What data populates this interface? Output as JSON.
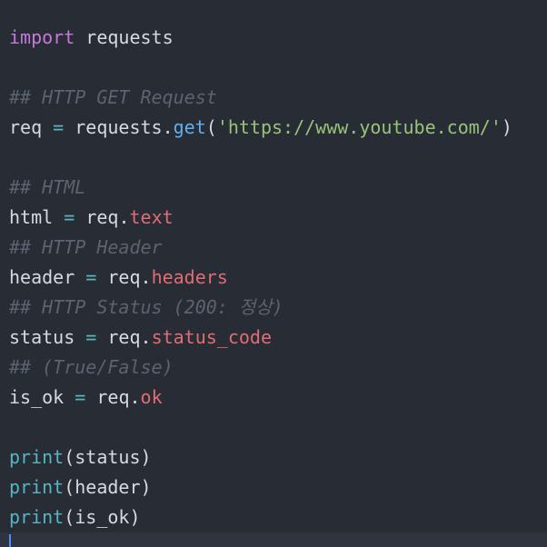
{
  "colors": {
    "background": "#282c34",
    "keyword": "#c678dd",
    "function": "#61afef",
    "builtin": "#56b6c2",
    "string": "#98c379",
    "property": "#e06c75",
    "comment": "#5c6370",
    "text": "#d7dae0",
    "caret": "#528bff"
  },
  "code": {
    "l1": {
      "kw": "import",
      "rest": " requests"
    },
    "l3": {
      "comment": "## HTTP GET Request"
    },
    "l4": {
      "var": "req",
      "eq": "=",
      "obj": "requests",
      "dot": ".",
      "fn": "get",
      "open": "(",
      "str": "'https://www.youtube.com/'",
      "close": ")"
    },
    "l6": {
      "comment": "## HTML"
    },
    "l7": {
      "var": "html",
      "eq": "=",
      "obj": "req",
      "dot": ".",
      "prop": "text"
    },
    "l8": {
      "comment": "## HTTP Header"
    },
    "l9": {
      "var": "header",
      "eq": "=",
      "obj": "req",
      "dot": ".",
      "prop": "headers"
    },
    "l10": {
      "comment": "## HTTP Status (200: 정상)"
    },
    "l11": {
      "var": "status",
      "eq": "=",
      "obj": "req",
      "dot": ".",
      "prop": "status_code"
    },
    "l12": {
      "comment": "## (True/False)"
    },
    "l13": {
      "var": "is_ok",
      "eq": "=",
      "obj": "req",
      "dot": ".",
      "prop": "ok"
    },
    "l15": {
      "fn": "print",
      "args": "(status)"
    },
    "l16": {
      "fn": "print",
      "args": "(header)"
    },
    "l17": {
      "fn": "print",
      "args": "(is_ok)"
    }
  }
}
